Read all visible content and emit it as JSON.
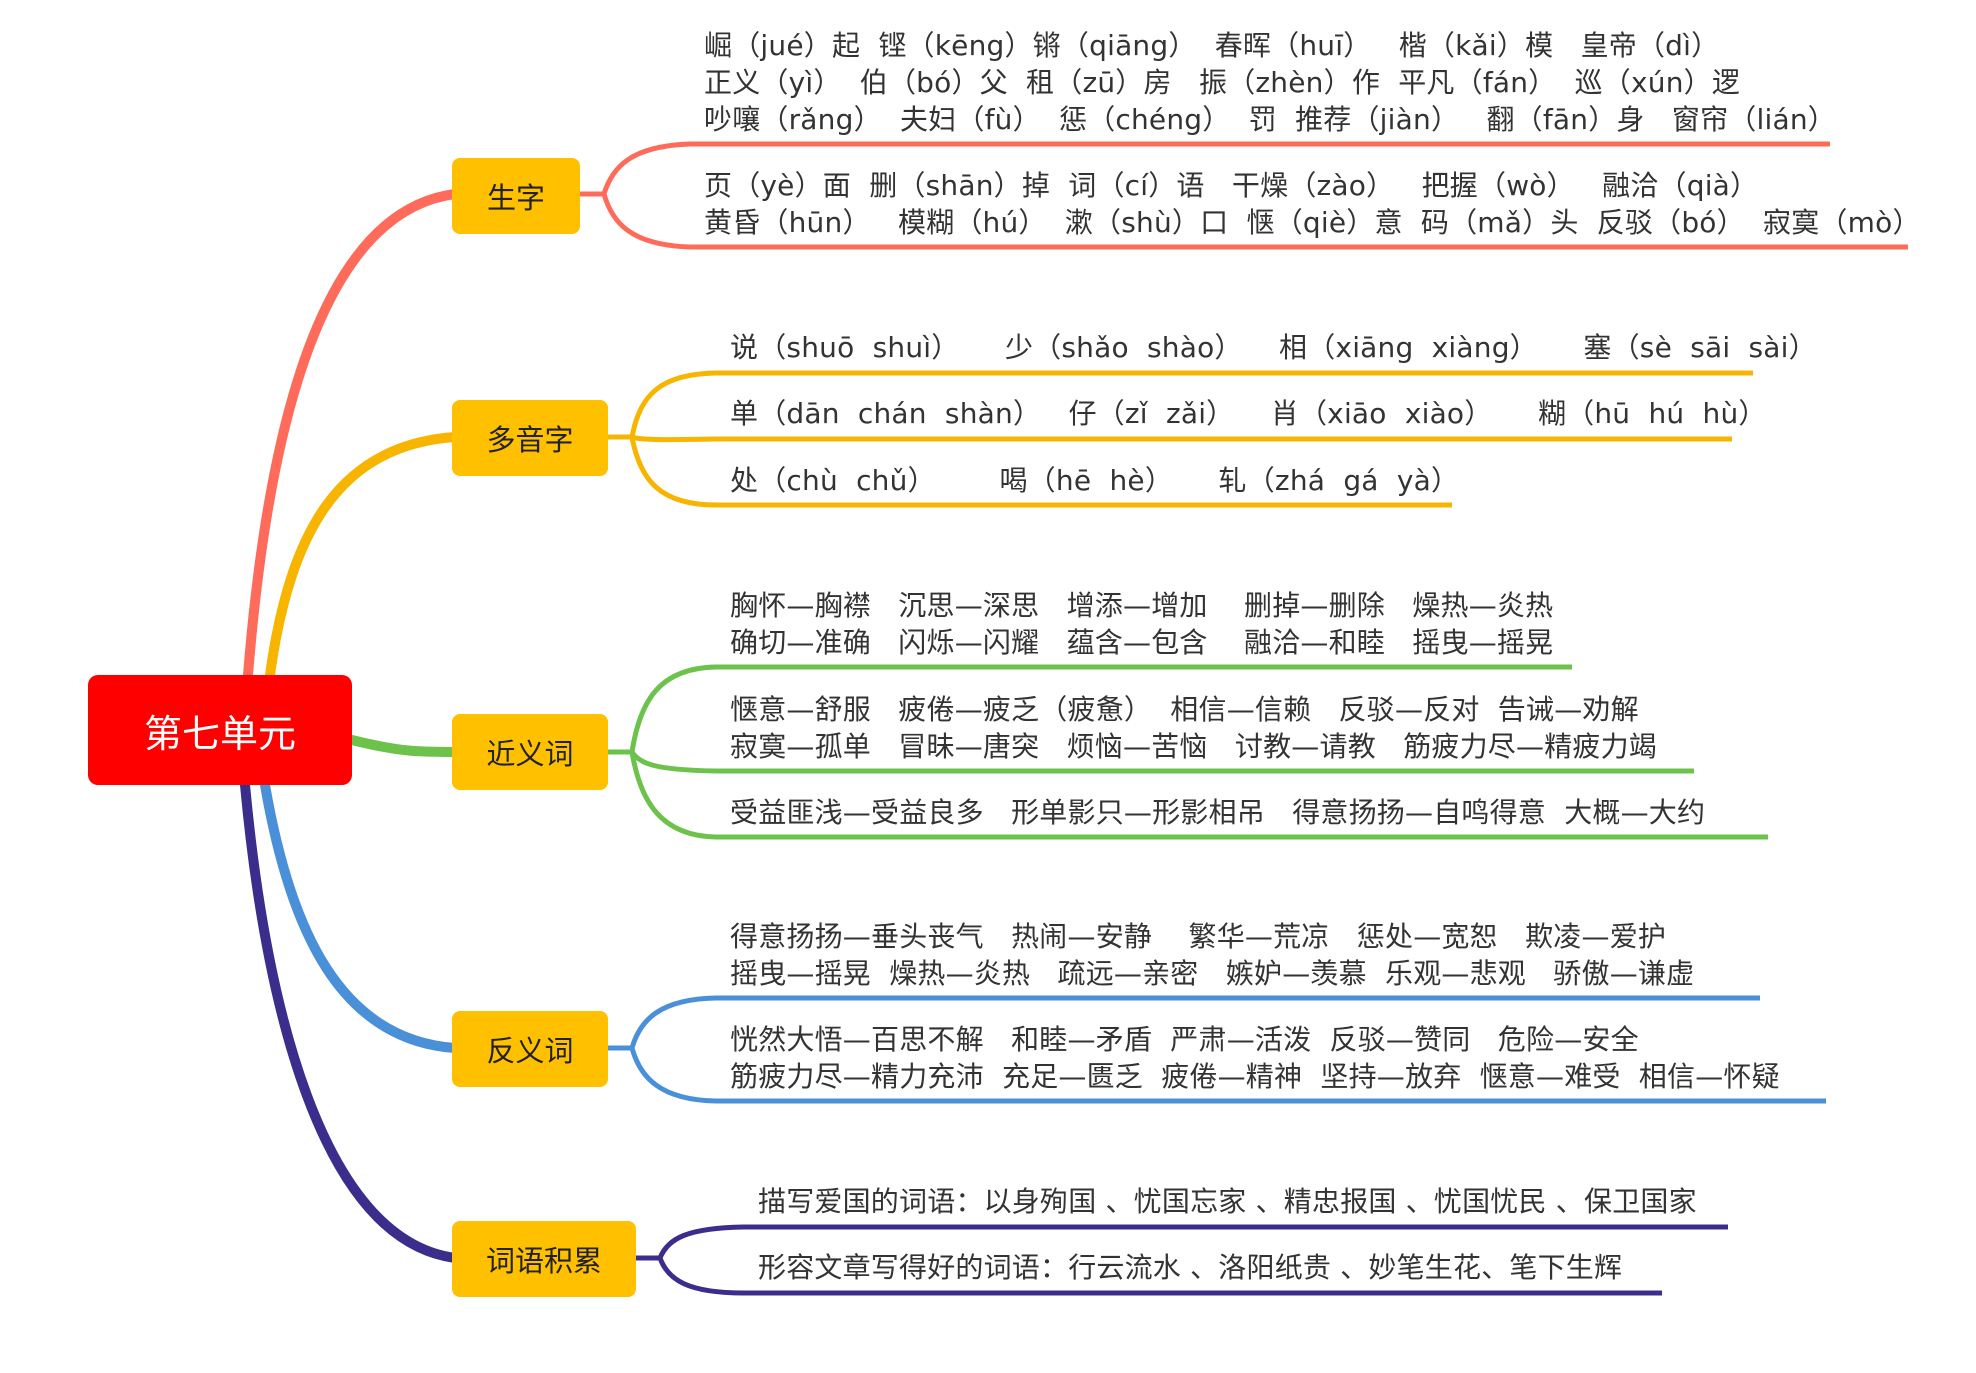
{
  "root": "第七单元",
  "colors": {
    "root": "#ff0000",
    "branch_box": "#ffc000",
    "shengzi": "#ff6b5b",
    "duoyinzi": "#f7b500",
    "jinyici": "#6cc24a",
    "fanyici": "#4a90d9",
    "ciyu": "#3b2d8c"
  },
  "branches": {
    "shengzi": {
      "label": "生字",
      "groups": [
        [
          "崛（jué）起  铿（kēng）锵（qiāng）  春晖（huī）   楷（kǎi）模   皇帝（dì）",
          "正义（yì）  伯（bó）父  租（zū）房   振（zhèn）作  平凡（fán）  巡（xún）逻",
          "吵嚷（rǎng）  夫妇（fù）  惩（chéng）  罚  推荐（jiàn）   翻（fān）身   窗帘（lián）"
        ],
        [
          "页（yè）面  删（shān）掉  词（cí）语   干燥（zào）   把握（wò）   融洽（qià）",
          "黄昏（hūn）   模糊（hú）  漱（shù）口  惬（qiè）意  码（mǎ）头  反驳（bó）  寂寞（mò）"
        ]
      ]
    },
    "duoyinzi": {
      "label": "多音字",
      "groups": [
        [
          "说（shuō  shuì）     少（shǎo  shào）    相（xiāng  xiàng）     塞（sè  sāi  sài）"
        ],
        [
          "单（dān  chán  shàn）   仔（zǐ  zǎi）    肖（xiāo  xiào）     糊（hū  hú  hù）"
        ],
        [
          "处（chù  chǔ）       喝（hē  hè）     轧（zhá  gá  yà）"
        ]
      ]
    },
    "jinyici": {
      "label": "近义词",
      "groups": [
        [
          "胸怀—胸襟   沉思—深思   增添—增加    删掉—删除   燥热—炎热",
          "确切—准确   闪烁—闪耀   蕴含—包含    融洽—和睦   摇曳—摇晃"
        ],
        [
          "惬意—舒服   疲倦—疲乏（疲惫）  相信—信赖   反驳—反对  告诫—劝解",
          "寂寞—孤单   冒昧—唐突   烦恼—苦恼   讨教—请教   筋疲力尽—精疲力竭"
        ],
        [
          "受益匪浅—受益良多   形单影只—形影相吊   得意扬扬—自鸣得意  大概—大约"
        ]
      ]
    },
    "fanyici": {
      "label": "反义词",
      "groups": [
        [
          "得意扬扬—垂头丧气   热闹—安静    繁华—荒凉   惩处—宽恕   欺凌—爱护",
          "摇曳—摇晃  燥热—炎热   疏远—亲密   嫉妒—羡慕  乐观—悲观   骄傲—谦虚"
        ],
        [
          "恍然大悟—百思不解   和睦—矛盾  严肃—活泼  反驳—赞同   危险—安全",
          "筋疲力尽—精力充沛  充足—匮乏  疲倦—精神  坚持—放弃  惬意—难受  相信—怀疑"
        ]
      ]
    },
    "ciyu": {
      "label": "词语积累",
      "groups": [
        [
          "描写爱国的词语：以身殉国 、忧国忘家 、精忠报国 、忧国忧民 、保卫国家"
        ],
        [
          "形容文章写得好的词语：行云流水 、洛阳纸贵 、妙笔生花、笔下生辉"
        ]
      ]
    }
  }
}
